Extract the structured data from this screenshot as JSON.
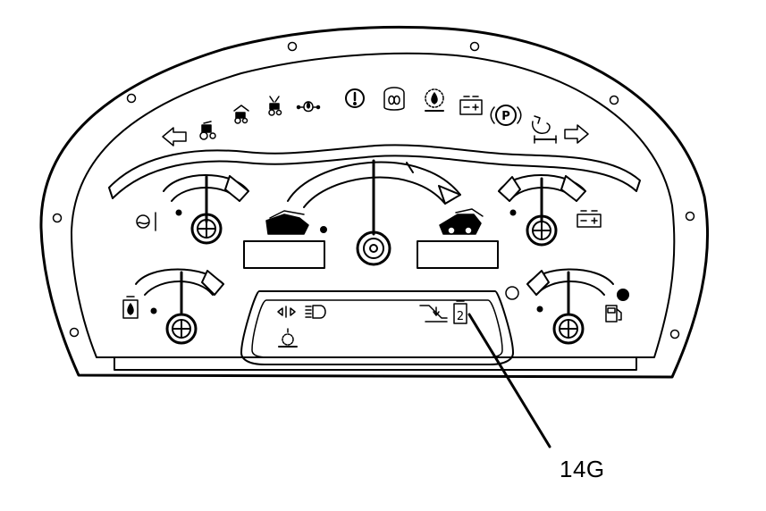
{
  "diagram": {
    "type": "instrument-panel-line-drawing",
    "callout": {
      "label": "14G",
      "points_to": "indicator-2"
    },
    "indicator_2_text": "2",
    "line_color": "#000000",
    "background": "#ffffff",
    "warning_icons": [
      "left-turn-arrow-icon",
      "tractor-icon",
      "tractor-high-icon",
      "tractor-low-icon",
      "oil-pressure-icon",
      "master-warning-icon",
      "glow-plug-icon",
      "hydraulic-temp-icon",
      "battery-charge-icon",
      "parking-brake-icon",
      "air-filter-icon",
      "right-turn-arrow-icon"
    ],
    "gauges": [
      "coolant-temp-gauge",
      "hydraulic-oil-gauge",
      "tachometer-gauge",
      "voltage-gauge",
      "fuel-gauge"
    ]
  }
}
